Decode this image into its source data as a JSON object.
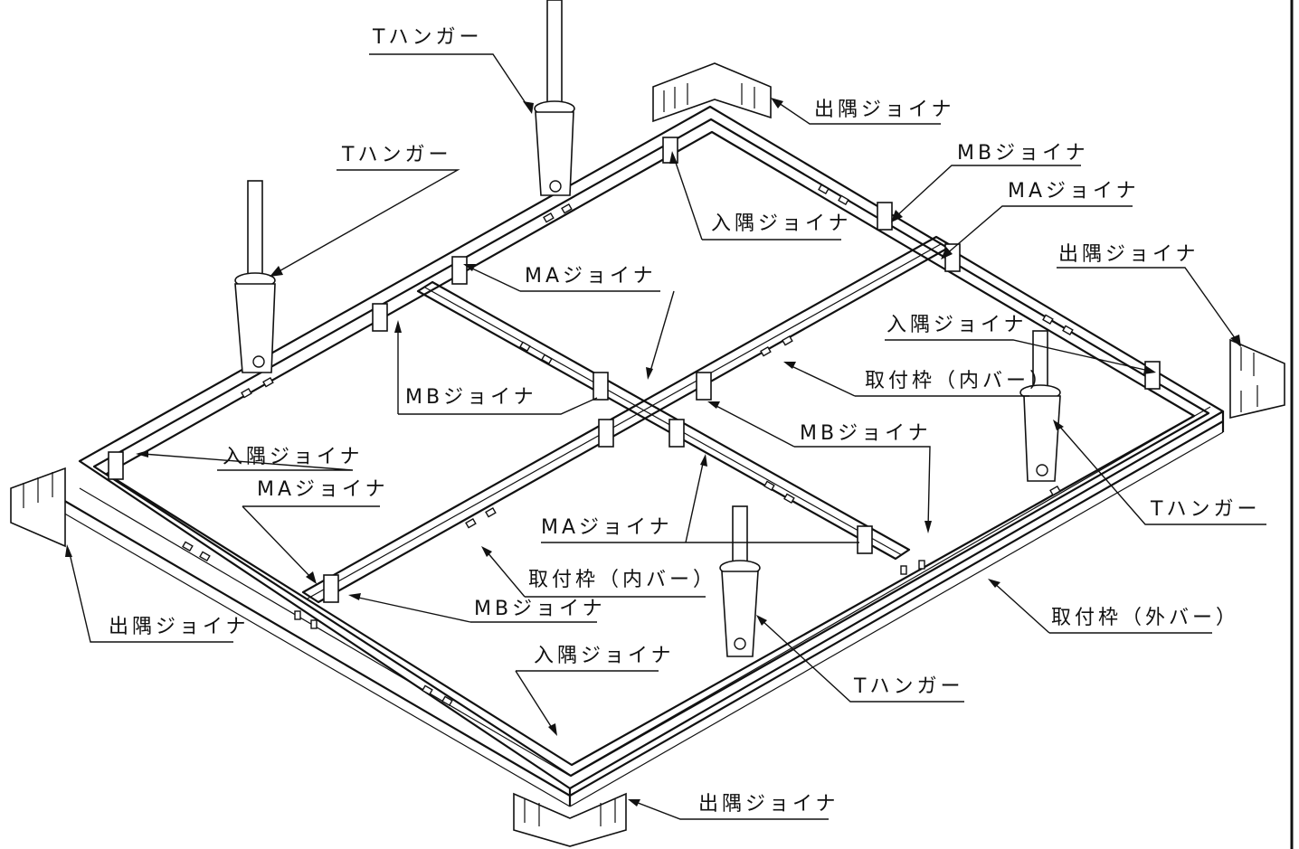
{
  "labels": {
    "t_hanger_1": "Tハンガー",
    "t_hanger_2": "Tハンガー",
    "t_hanger_3": "Tハンガー",
    "t_hanger_4": "Tハンガー",
    "outer_corner_joiner_top": "出隅ジョイナ",
    "outer_corner_joiner_right": "出隅ジョイナ",
    "outer_corner_joiner_left": "出隅ジョイナ",
    "outer_corner_joiner_bottom": "出隅ジョイナ",
    "mb_joiner_1": "MBジョイナ",
    "mb_joiner_2": "MBジョイナ",
    "mb_joiner_3": "MBジョイナ",
    "mb_joiner_4": "MBジョイナ",
    "ma_joiner_1": "MAジョイナ",
    "ma_joiner_2": "MAジョイナ",
    "ma_joiner_3": "MAジョイナ",
    "ma_joiner_4": "MAジョイナ",
    "inner_corner_joiner_1": "入隅ジョイナ",
    "inner_corner_joiner_2": "入隅ジョイナ",
    "inner_corner_joiner_3": "入隅ジョイナ",
    "inner_corner_joiner_4": "入隅ジョイナ",
    "mount_frame_inner_1": "取付枠（内バー）",
    "mount_frame_inner_2": "取付枠（内バー）",
    "mount_frame_outer": "取付枠（外バー）"
  }
}
